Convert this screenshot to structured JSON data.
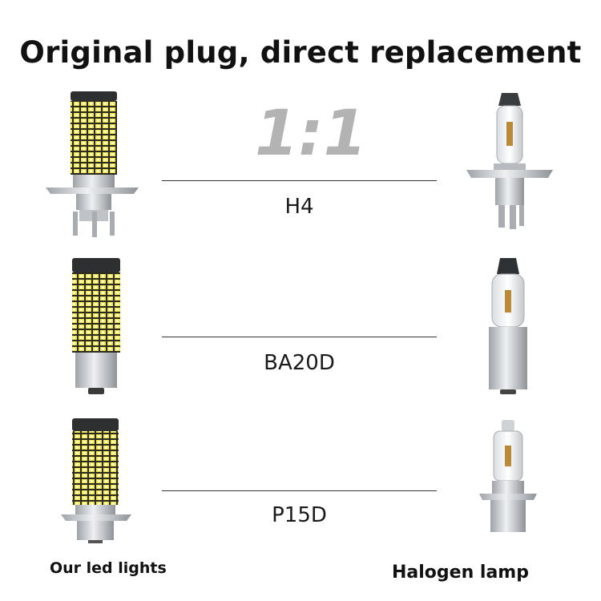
{
  "title": "Original plug, direct replacement",
  "ratio": "1:1",
  "rows": [
    {
      "label": "H4"
    },
    {
      "label": "BA20D"
    },
    {
      "label": "P15D"
    }
  ],
  "captions": {
    "left": "Our led lights",
    "right": "Halogen lamp"
  },
  "colors": {
    "led_yellow": "#f2e64a",
    "metal": "#c8ccd1",
    "dark_cap": "#2d2f31",
    "ratio_gray": "#b3b3b3"
  }
}
